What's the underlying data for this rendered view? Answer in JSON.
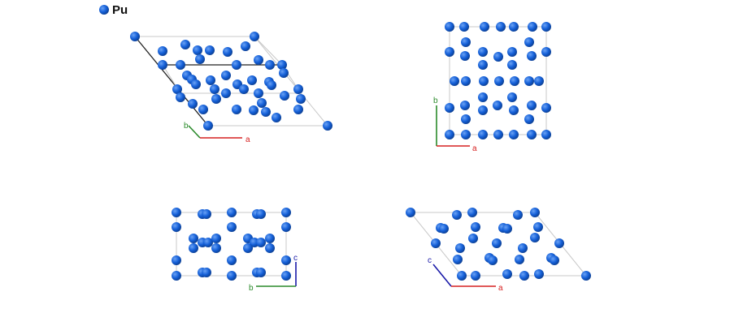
{
  "legend": {
    "element": "Pu",
    "color": "#1560d8"
  },
  "atom": {
    "fill": "#1560d8",
    "highlight": "#6aa2f5",
    "edge": "#0b3d8f"
  },
  "views": [
    {
      "id": "view-1",
      "axes": [
        {
          "label": "a",
          "color": "#d62020"
        },
        {
          "label": "b",
          "color": "#2a8a2a"
        }
      ]
    },
    {
      "id": "view-2",
      "axes": [
        {
          "label": "a",
          "color": "#d62020"
        },
        {
          "label": "b",
          "color": "#2a8a2a"
        }
      ]
    },
    {
      "id": "view-3",
      "axes": [
        {
          "label": "b",
          "color": "#2a8a2a"
        },
        {
          "label": "c",
          "color": "#1a1aa8"
        }
      ]
    },
    {
      "id": "view-4",
      "axes": [
        {
          "label": "a",
          "color": "#d62020"
        },
        {
          "label": "c",
          "color": "#1a1aa8"
        }
      ]
    }
  ]
}
